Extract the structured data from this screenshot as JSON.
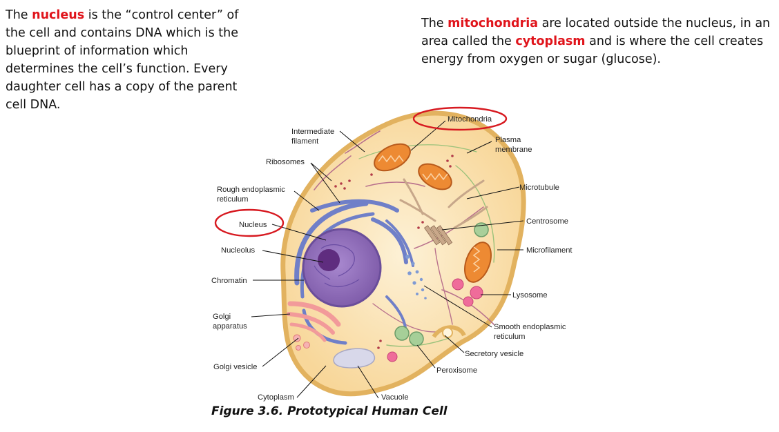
{
  "paragraphs": {
    "nucleus": {
      "pre": "The ",
      "keyword": "nucleus",
      "post": " is the “control center” of the cell and contains DNA which is the blueprint of information which determines the cell’s function. Every daughter cell has a copy of the parent cell DNA."
    },
    "mitochondria": {
      "pre": "The ",
      "keyword1": "mitochondria",
      "mid": " are located outside the nucleus, in an area called the ",
      "keyword2": "cytoplasm",
      "post": " and is where the cell creates energy from oxygen or sugar (glucose)."
    }
  },
  "labels": {
    "mitochondria": "Mitochondria",
    "intermediate_filament": [
      "Intermediate",
      "filament"
    ],
    "plasma_membrane": [
      "Plasma",
      "membrane"
    ],
    "ribosomes": "Ribosomes",
    "rough_er": [
      "Rough endoplasmic",
      "reticulum"
    ],
    "microtubule": "Microtubule",
    "nucleus": "Nucleus",
    "centrosome": "Centrosome",
    "nucleolus": "Nucleolus",
    "microfilament": "Microfilament",
    "chromatin": "Chromatin",
    "lysosome": "Lysosome",
    "golgi_apparatus": [
      "Golgi",
      "apparatus"
    ],
    "smooth_er": [
      "Smooth endoplasmic",
      "reticulum"
    ],
    "secretory_vesicle": "Secretory vesicle",
    "golgi_vesicle": "Golgi vesicle",
    "peroxisome": "Peroxisome",
    "cytoplasm": "Cytoplasm",
    "vacuole": "Vacuole"
  },
  "caption": "Figure 3.6. Prototypical Human Cell",
  "colors": {
    "keyword": "#e0141b",
    "highlight_ring": "#d71920",
    "cell_fill": "#fbe4b4",
    "membrane": "#e5b766",
    "nucleus_fill": "#9b73bd",
    "nucleolus": "#5f2d7f",
    "er": "#6f7fc8",
    "mitochondria": "#e8872f",
    "golgi": "#f4a7a7",
    "lysosome": "#ee6b9a",
    "peroxisome": "#9cc99a",
    "vacuole": "#d8d8ea"
  }
}
